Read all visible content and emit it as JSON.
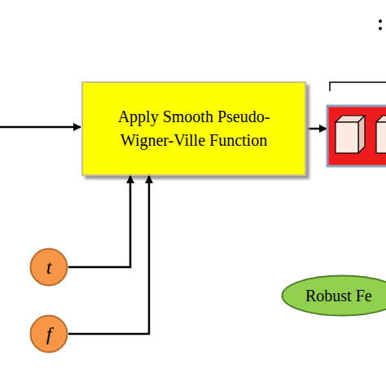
{
  "diagram": {
    "nodes": [
      {
        "text": [
          "Apply Smooth Pseudo-Wigner-Ville Function"
        ]
      },
      {
        "text": [
          "t"
        ]
      },
      {
        "text": [
          "f"
        ]
      },
      {
        "text": [
          "Robust Fe"
        ]
      }
    ],
    "edges": [
      {
        "from": 1,
        "to": 0,
        "arrow": "to"
      },
      {
        "from": 2,
        "to": 0,
        "arrow": "to"
      }
    ]
  }
}
